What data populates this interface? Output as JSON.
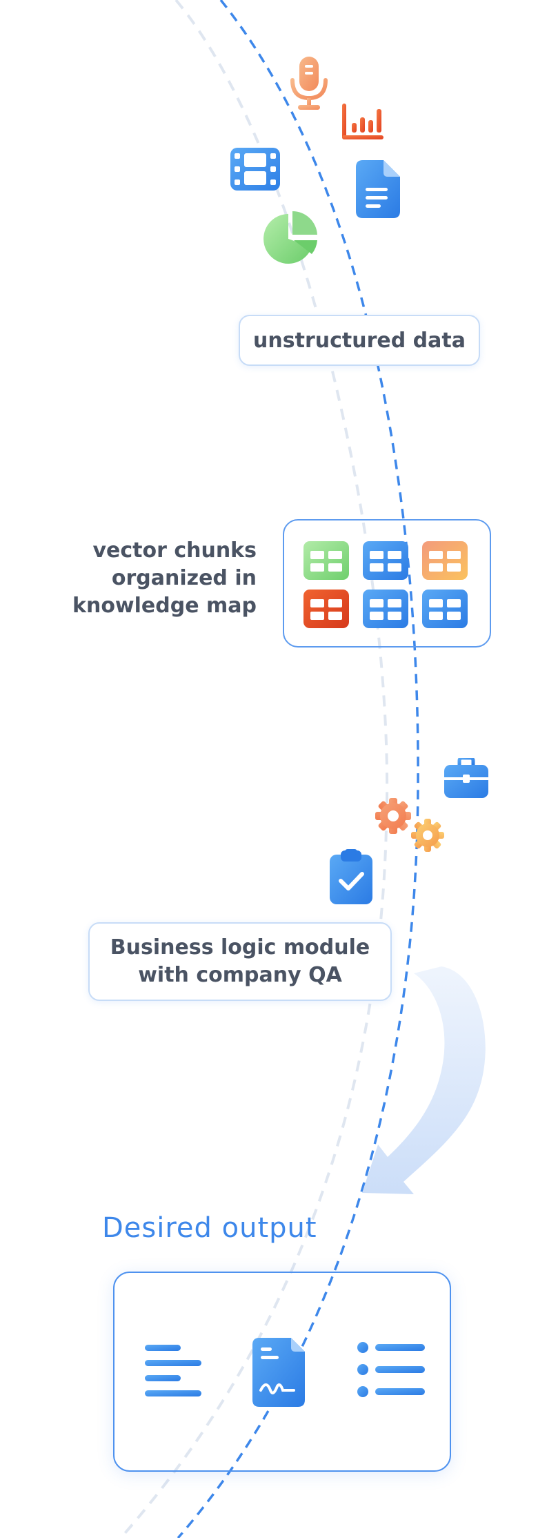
{
  "diagram": {
    "stages": {
      "unstructured": {
        "label": "unstructured data"
      },
      "vector": {
        "lines": [
          "vector chunks",
          "organized in",
          "knowledge map"
        ]
      },
      "business": {
        "lines": [
          "Business logic module",
          "with company QA"
        ]
      },
      "output": {
        "title": "Desired output"
      }
    },
    "icons": {
      "unstructured": [
        "microphone-icon",
        "bar-chart-icon",
        "film-icon",
        "document-icon",
        "pie-chart-icon"
      ],
      "business": [
        "briefcase-icon",
        "gear-icon",
        "clipboard-check-icon"
      ],
      "output": [
        "text-lines-icon",
        "signed-document-icon",
        "bulleted-list-icon"
      ],
      "vector_grid": [
        "green",
        "blue",
        "orange",
        "red",
        "blue",
        "blue"
      ]
    },
    "colors": {
      "accent": "#3d87ea",
      "text": "#4a5363",
      "box_border": "#c7dcf7",
      "dashed_path": "#3d87ea",
      "dashed_faint": "#dfe6f0",
      "green": "#8ed98b",
      "orange": "#f5a873",
      "red": "#e8512c",
      "blue": "#3d8ded"
    }
  }
}
